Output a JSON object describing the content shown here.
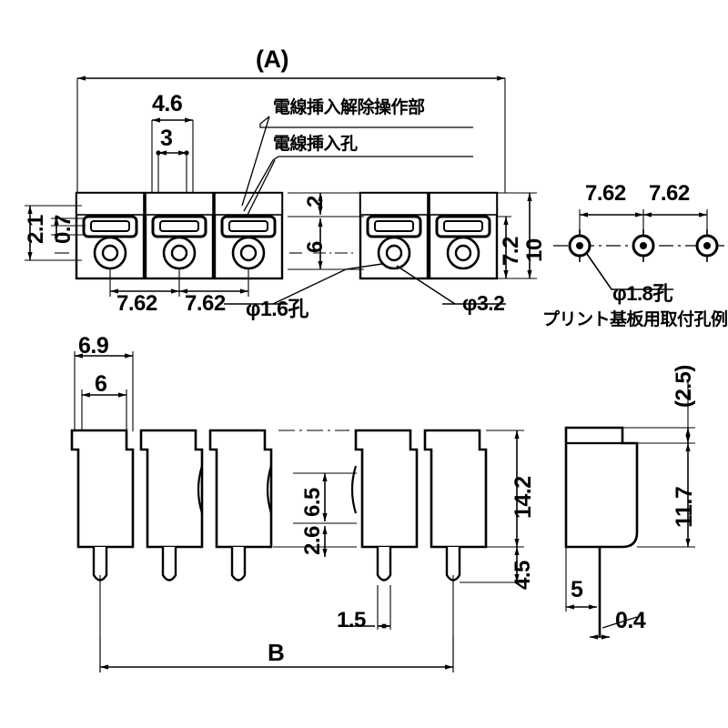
{
  "drawing": {
    "title_top_view": "(A)",
    "bottom_span_label": "B"
  },
  "top_view": {
    "overall_label": "(A)",
    "slot_outer_width": "4.6",
    "slot_inner_width": "3",
    "pitch_1": "7.62",
    "pitch_2": "7.62",
    "left_dim_outer": "2.1",
    "left_dim_inner": "0.7",
    "gap_dim_small": "2",
    "gap_dim_large": "6",
    "height_inner": "7.2",
    "height_outer": "10",
    "hole_small": "φ1.6孔",
    "hole_large": "φ3.2",
    "annotation_release": "電線挿入解除操作部",
    "annotation_insert_hole": "電線挿入孔"
  },
  "front_view": {
    "body_width_outer": "6.9",
    "body_width_inner": "6",
    "notch_upper": "6.5",
    "notch_lower": "2.6",
    "body_height": "14.2",
    "pin_length": "4.5",
    "pin_pitch": "1.5",
    "overall_label": "B"
  },
  "side_view": {
    "top_step": "(2.5)",
    "body_height": "11.7",
    "pin_offset": "5",
    "pin_thickness": "0.4"
  },
  "pcb_pattern": {
    "pitch_1": "7.62",
    "pitch_2": "7.62",
    "hole_dia": "φ1.8孔",
    "caption": "プリント基板用取付孔例"
  },
  "colors": {
    "line": "#000000",
    "background": "#ffffff"
  }
}
